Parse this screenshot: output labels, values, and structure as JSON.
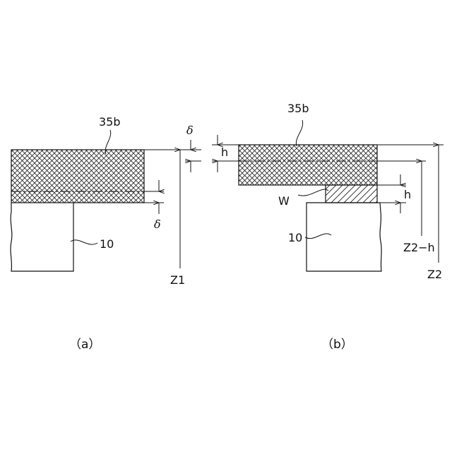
{
  "figure_a": {
    "caption": "（a）",
    "label_pad": "35b",
    "label_substrate": "10",
    "label_z": "Z1",
    "label_delta_top": "δ",
    "label_delta_bottom": "δ"
  },
  "figure_b": {
    "caption": "（b）",
    "label_pad": "35b",
    "label_substrate": "10",
    "label_workpiece": "W",
    "label_h_top": "h",
    "label_h_mid": "h",
    "label_z2h": "Z2−h",
    "label_z2": "Z2"
  }
}
